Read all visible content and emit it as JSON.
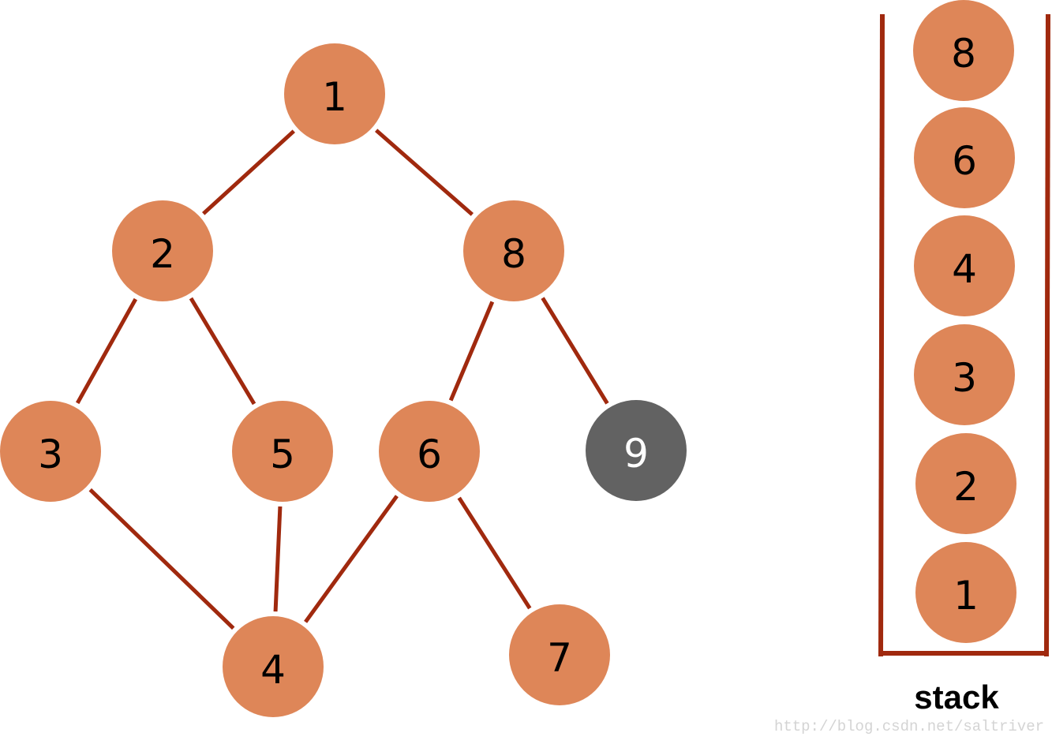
{
  "colors": {
    "node": "#de8658",
    "visited_node": "#626262",
    "edge": "#a0290e",
    "stack_wall": "#a0290e"
  },
  "graph": {
    "nodes": [
      {
        "id": "1",
        "state": "visited"
      },
      {
        "id": "2",
        "state": "visited"
      },
      {
        "id": "8",
        "state": "visited"
      },
      {
        "id": "3",
        "state": "visited"
      },
      {
        "id": "5",
        "state": "visited"
      },
      {
        "id": "6",
        "state": "visited"
      },
      {
        "id": "9",
        "state": "current"
      },
      {
        "id": "4",
        "state": "visited"
      },
      {
        "id": "7",
        "state": "visited"
      }
    ],
    "edges": [
      [
        "1",
        "2"
      ],
      [
        "1",
        "8"
      ],
      [
        "2",
        "3"
      ],
      [
        "2",
        "5"
      ],
      [
        "8",
        "6"
      ],
      [
        "8",
        "9"
      ],
      [
        "3",
        "4"
      ],
      [
        "5",
        "4"
      ],
      [
        "6",
        "4"
      ],
      [
        "6",
        "7"
      ]
    ]
  },
  "stack": {
    "label": "stack",
    "items_top_to_bottom": [
      "8",
      "6",
      "4",
      "3",
      "2",
      "1"
    ]
  },
  "watermark": "http://blog.csdn.net/saltriver"
}
